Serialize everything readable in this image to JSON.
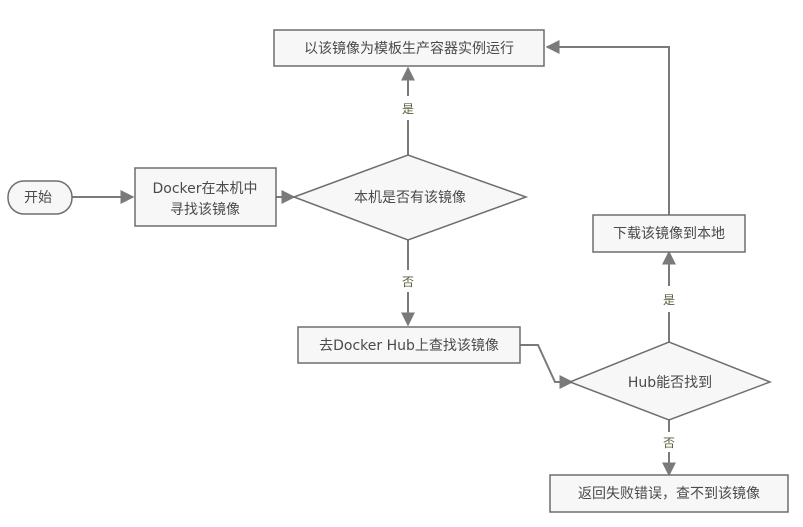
{
  "diagram": {
    "type": "flowchart",
    "colors": {
      "node_fill": "#f7f7f7",
      "node_stroke": "#6e6e6e",
      "edge": "#7a7a7a",
      "text": "#4a4a4a",
      "edge_label": "#5a5a3a"
    },
    "nodes": {
      "start": {
        "label": "开始",
        "shape": "terminal"
      },
      "search_local": {
        "label_line1": "Docker在本机中",
        "label_line2": "寻找该镜像",
        "shape": "process"
      },
      "has_local": {
        "label": "本机是否有该镜像",
        "shape": "decision"
      },
      "run_container": {
        "label": "以该镜像为模板生产容器实例运行",
        "shape": "process"
      },
      "search_hub": {
        "label": "去Docker Hub上查找该镜像",
        "shape": "process"
      },
      "hub_found": {
        "label": "Hub能否找到",
        "shape": "decision"
      },
      "download": {
        "label": "下载该镜像到本地",
        "shape": "process"
      },
      "error": {
        "label": "返回失败错误，查不到该镜像",
        "shape": "process"
      }
    },
    "edges": [
      {
        "from": "start",
        "to": "search_local",
        "label": ""
      },
      {
        "from": "search_local",
        "to": "has_local",
        "label": ""
      },
      {
        "from": "has_local",
        "to": "run_container",
        "label": "是"
      },
      {
        "from": "has_local",
        "to": "search_hub",
        "label": "否"
      },
      {
        "from": "search_hub",
        "to": "hub_found",
        "label": ""
      },
      {
        "from": "hub_found",
        "to": "download",
        "label": "是"
      },
      {
        "from": "hub_found",
        "to": "error",
        "label": "否"
      },
      {
        "from": "download",
        "to": "run_container",
        "label": ""
      }
    ]
  }
}
